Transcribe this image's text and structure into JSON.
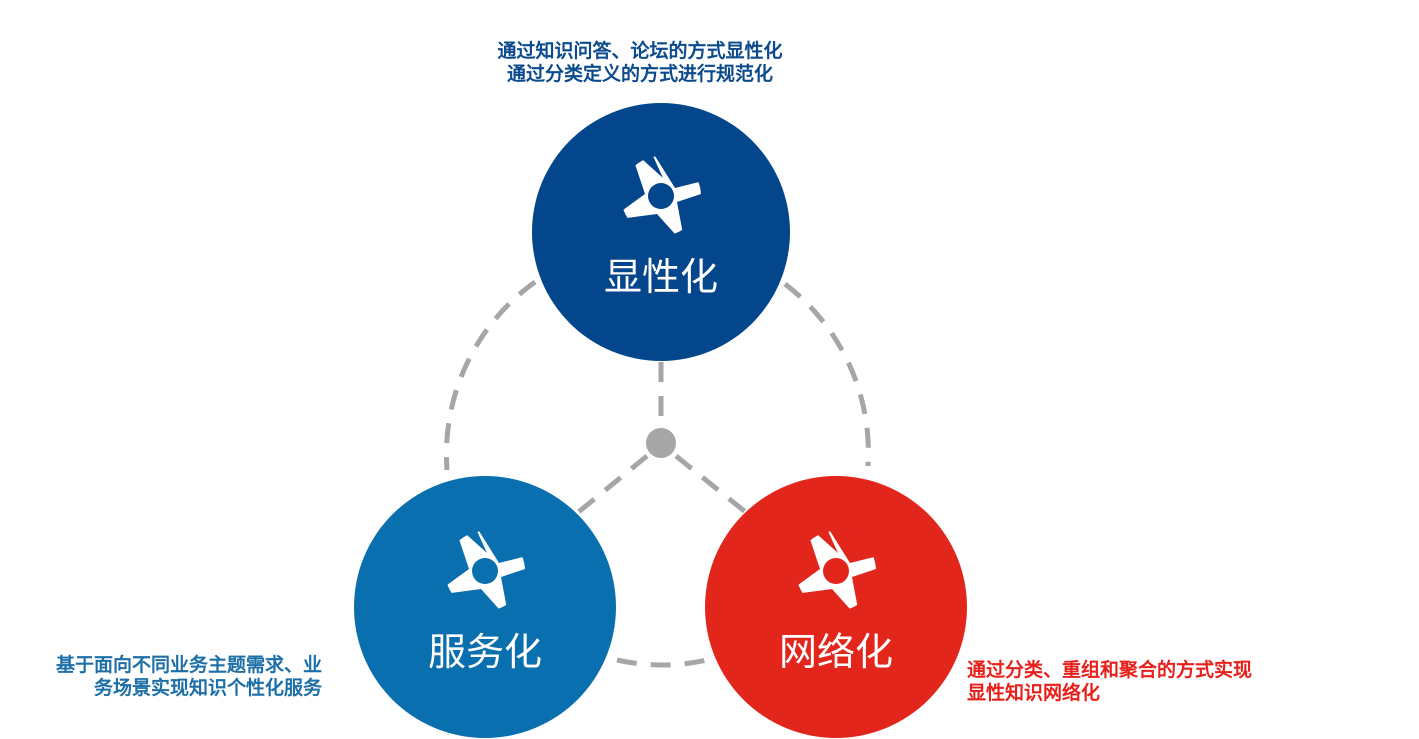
{
  "nodes": [
    {
      "id": "top",
      "label": "显性化",
      "color": "#03468c",
      "icon": "aperture-icon"
    },
    {
      "id": "left",
      "label": "服务化",
      "color": "#0a6fae",
      "icon": "aperture-icon"
    },
    {
      "id": "right",
      "label": "网络化",
      "color": "#e2261c",
      "icon": "aperture-icon"
    }
  ],
  "connector_color": "#a6a6a6",
  "notes": {
    "top": {
      "line1": "通过知识问答、论坛的方式显性化",
      "line2": "通过分类定义的方式进行规范化",
      "color": "#0b4a8c"
    },
    "left": {
      "line1": "基于面向不同业务主题需求、业",
      "line2": "务场景实现知识个性化服务",
      "color": "#1d6fa8"
    },
    "right": {
      "line1": "通过分类、重组和聚合的方式实现",
      "line2": "显性知识网络化",
      "color": "#e8201b"
    }
  }
}
